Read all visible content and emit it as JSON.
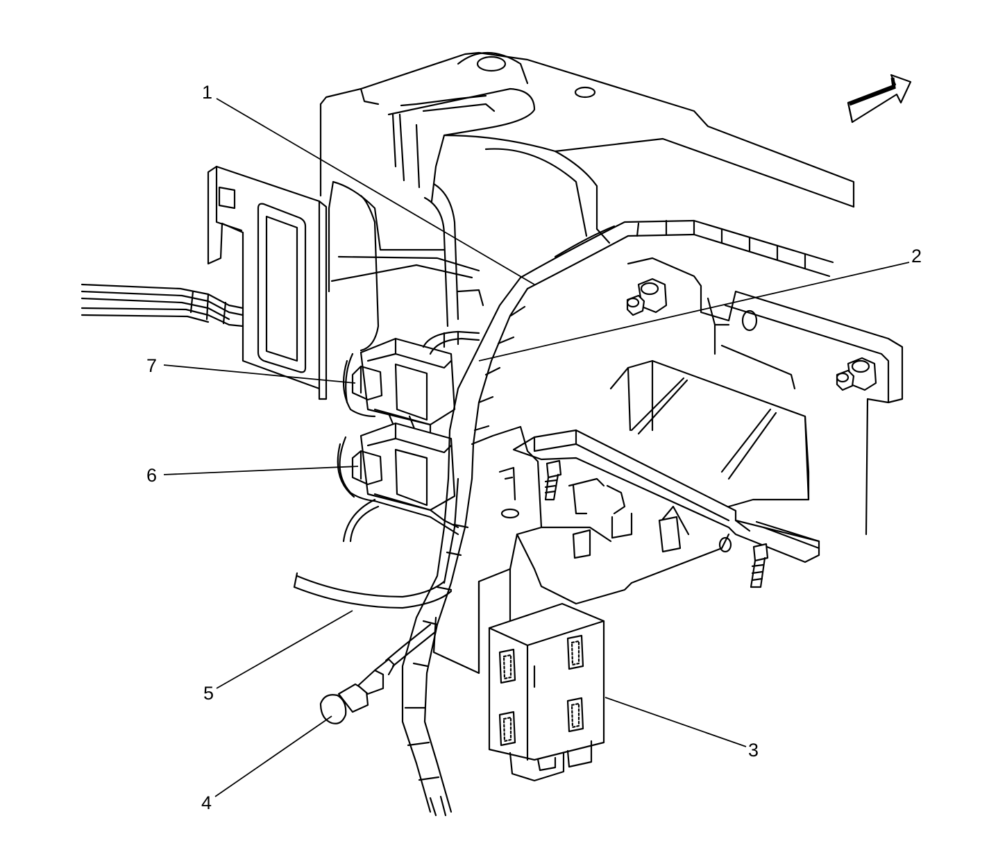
{
  "callouts": [
    {
      "id": "1",
      "label": "1"
    },
    {
      "id": "2",
      "label": "2"
    },
    {
      "id": "3",
      "label": "3"
    },
    {
      "id": "4",
      "label": "4"
    },
    {
      "id": "5",
      "label": "5"
    },
    {
      "id": "6",
      "label": "6"
    },
    {
      "id": "7",
      "label": "7"
    }
  ],
  "icons": {
    "direction_arrow": "forward-arrow-icon"
  },
  "colors": {
    "line": "#000000",
    "background": "#ffffff"
  }
}
